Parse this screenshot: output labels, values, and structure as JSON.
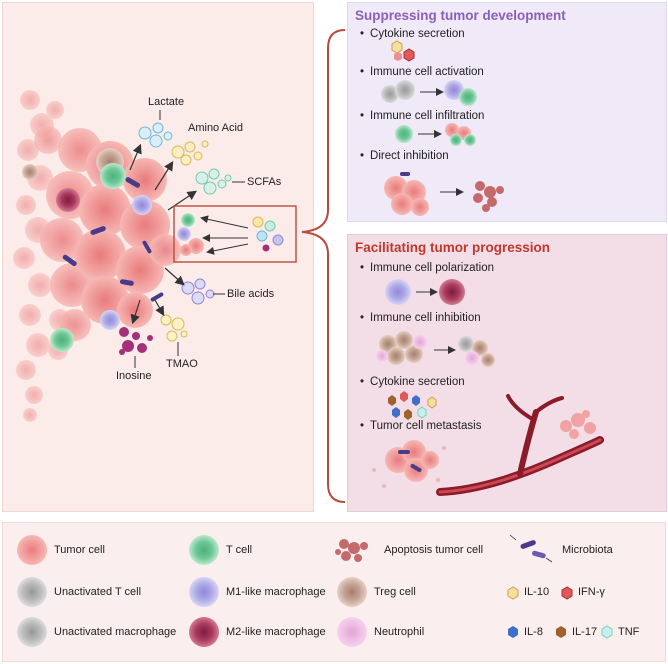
{
  "left": {
    "labels": {
      "lactate": "Lactate",
      "amino_acid": "Amino Acid",
      "scfas": "SCFAs",
      "bile_acids": "Bile acids",
      "inosine": "Inosine",
      "tmao": "TMAO"
    }
  },
  "suppress": {
    "title": "Suppressing tumor development",
    "items": [
      "Cytokine secretion",
      "Immune cell activation",
      "Immune cell infiltration",
      "Direct inhibition"
    ]
  },
  "facilitate": {
    "title": "Facilitating tumor progression",
    "items": [
      "Immune cell polarization",
      "Immune cell inhibition",
      "Cytokine secretion",
      "Tumor cell metastasis"
    ]
  },
  "legend": {
    "tumor_cell": "Tumor cell",
    "t_cell": "T cell",
    "apoptosis": "Apoptosis tumor cell",
    "microbiota": "Microbiota",
    "unactivated_t": "Unactivated T cell",
    "m1": "M1-like macrophage",
    "treg": "Treg cell",
    "il10": "IL-10",
    "ifng": "IFN-γ",
    "unactivated_mac": "Unactivated macrophage",
    "m2": "M2-like macrophage",
    "neutrophil": "Neutrophil",
    "il8": "IL-8",
    "il17": "IL-17",
    "tnf": "TNF"
  },
  "colors": {
    "tumor": "#f2a3a3",
    "tumor_nucleus": "#e57878",
    "t_cell": "#5cbf8a",
    "unactivated": "#b5b5b5",
    "m1": "#a8a4e0",
    "m2": "#a5335a",
    "treg": "#b89080",
    "neutrophil": "#e7a6d6",
    "il10": "#f7dfa0",
    "ifng": "#e05858",
    "il8": "#3f6fc9",
    "il17": "#a0622c",
    "tnf": "#c6f0ea",
    "metabolite_blue": "#bde3f2",
    "metabolite_yellow": "#f9e6a8",
    "metabolite_teal": "#c8ece2",
    "metabolite_purple": "#c7c3ef",
    "inosine": "#a5307a",
    "bracket": "#b94a3c",
    "vessel": "#8c1b2a"
  }
}
